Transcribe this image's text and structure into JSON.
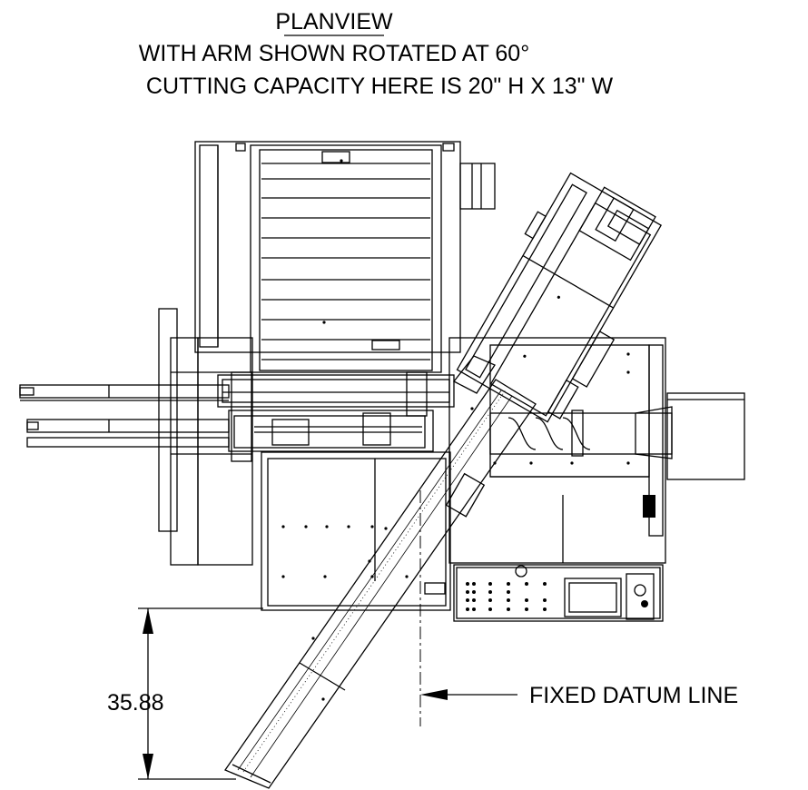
{
  "title": {
    "line1": "PLANVIEW",
    "line2": "WITH ARM SHOWN ROTATED AT 60°",
    "line3": "CUTTING CAPACITY HERE IS 20\" H X 13\" W"
  },
  "labels": {
    "dimension": "35.88",
    "datum": "FIXED DATUM LINE"
  }
}
